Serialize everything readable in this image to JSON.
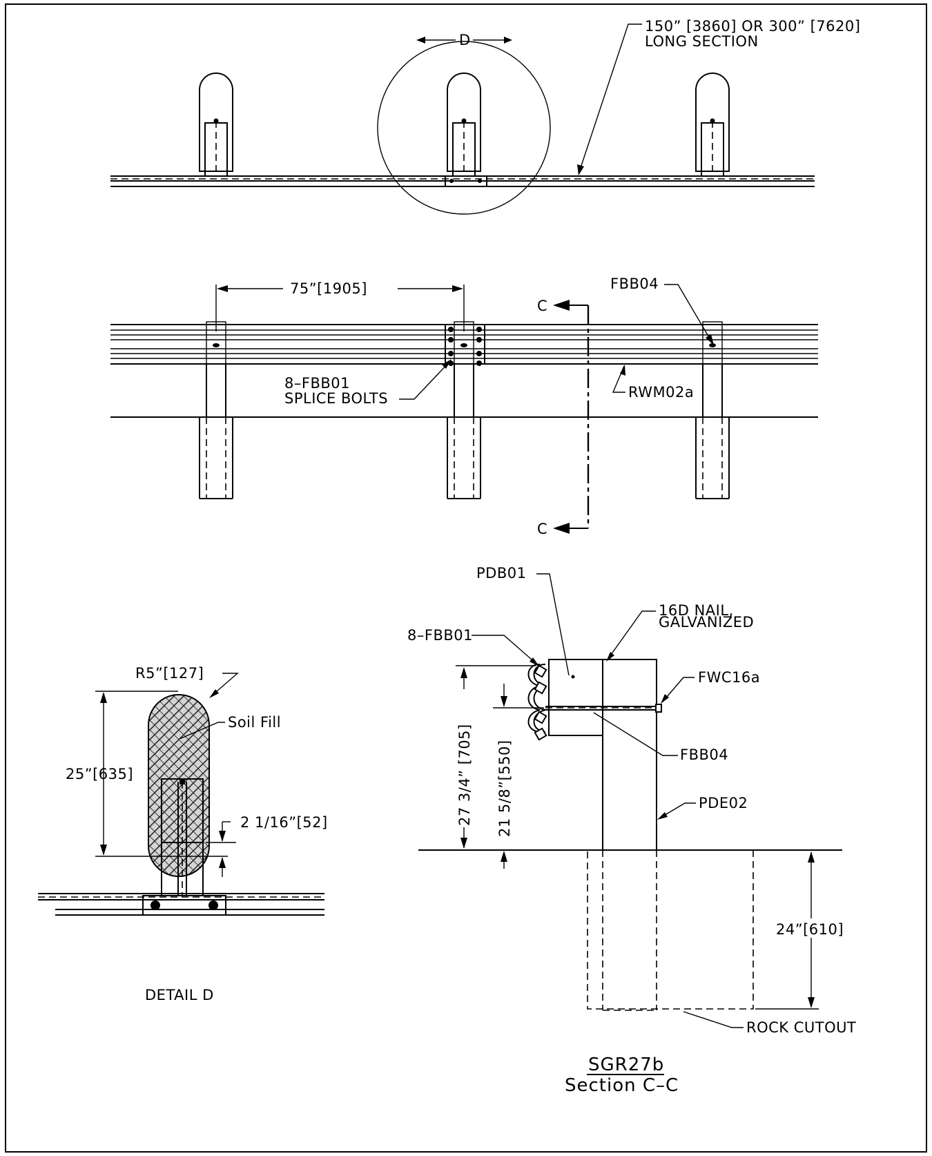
{
  "callouts": {
    "long_section_line1": "150” [3860] OR 300” [7620]",
    "long_section_line2": "LONG SECTION",
    "detail_marker": "D",
    "spacing": "75”[1905]",
    "section_cut": "C",
    "fbb04_top": "FBB04",
    "splice_line1": "8–FBB01",
    "splice_line2": "SPLICE BOLTS",
    "rail": "RWM02a"
  },
  "detail_d": {
    "radius": "R5”[127]",
    "height": "25”[635]",
    "soil_fill": "Soil Fill",
    "offset": "2 1/16”[52]",
    "caption": "DETAIL D"
  },
  "section_cc": {
    "block": "PDB01",
    "nail_line1": "16D NAIL,",
    "nail_line2": "GALVANIZED",
    "bolts": "8–FBB01",
    "washer": "FWC16a",
    "bolt": "FBB04",
    "post": "PDE02",
    "rail_height": "27 3/4” [705]",
    "bolt_height": "21 5/8”[550]",
    "embed": "24”[610]",
    "rock": "ROCK CUTOUT",
    "title": "SGR27b",
    "subtitle": "Section C–C"
  }
}
